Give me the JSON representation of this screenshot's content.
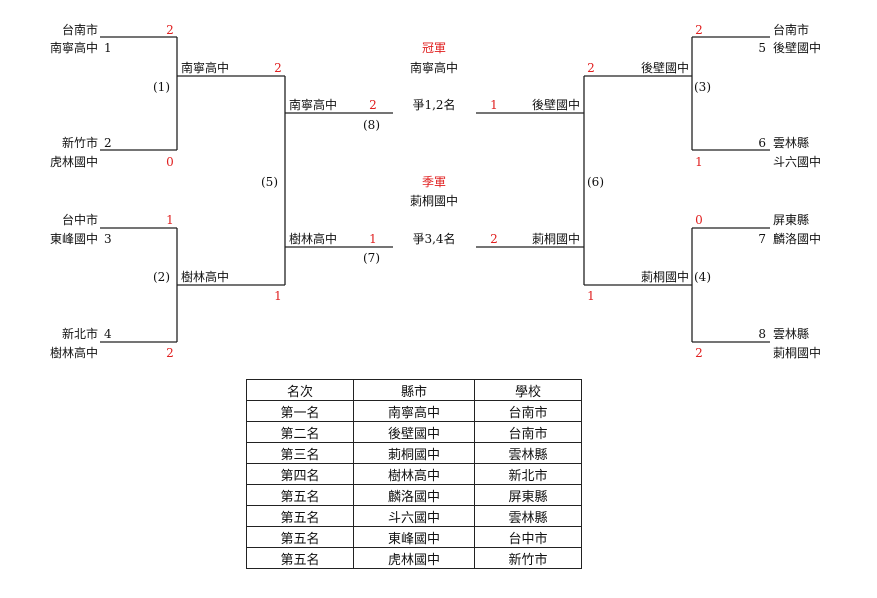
{
  "bracket": {
    "left": {
      "teams": [
        {
          "seed": "1",
          "city": "台南市",
          "school": "南寧高中",
          "score": "2"
        },
        {
          "seed": "2",
          "city": "新竹市",
          "school": "虎林國中",
          "score": "0"
        },
        {
          "seed": "3",
          "city": "台中市",
          "school": "東峰國中",
          "score": "1"
        },
        {
          "seed": "4",
          "city": "新北市",
          "school": "樹林高中",
          "score": "2"
        }
      ],
      "qf": [
        {
          "match": "(1)",
          "winner": "南寧高中",
          "score": "2"
        },
        {
          "match": "(2)",
          "winner": "樹林高中",
          "score": "1"
        }
      ],
      "sf": {
        "match": "(5)"
      }
    },
    "right": {
      "teams": [
        {
          "seed": "5",
          "city": "台南市",
          "school": "後壁國中",
          "score": "2"
        },
        {
          "seed": "6",
          "city": "雲林縣",
          "school": "斗六國中",
          "score": "1"
        },
        {
          "seed": "7",
          "city": "屏東縣",
          "school": "麟洛國中",
          "score": "0"
        },
        {
          "seed": "8",
          "city": "雲林縣",
          "school": "莿桐國中",
          "score": "2"
        }
      ],
      "qf": [
        {
          "match": "(3)",
          "winner": "後壁國中",
          "score": "2"
        },
        {
          "match": "(4)",
          "winner": "莿桐國中",
          "score": "1"
        }
      ],
      "sf": {
        "match": "(6)"
      }
    },
    "final": {
      "label": "爭1,2名",
      "match": "(8)",
      "left_team": "南寧高中",
      "left_score": "2",
      "right_team": "後壁國中",
      "right_score": "1",
      "title": "冠軍",
      "champion": "南寧高中"
    },
    "third": {
      "label": "爭3,4名",
      "match": "(7)",
      "left_team": "樹林高中",
      "left_score": "1",
      "right_team": "莿桐國中",
      "right_score": "2",
      "title": "季軍",
      "bronze": "莿桐國中"
    }
  },
  "results": {
    "headers": [
      "名次",
      "縣市",
      "學校"
    ],
    "rows": [
      [
        "第一名",
        "南寧高中",
        "台南市"
      ],
      [
        "第二名",
        "後壁國中",
        "台南市"
      ],
      [
        "第三名",
        "莿桐國中",
        "雲林縣"
      ],
      [
        "第四名",
        "樹林高中",
        "新北市"
      ],
      [
        "第五名",
        "麟洛國中",
        "屏東縣"
      ],
      [
        "第五名",
        "斗六國中",
        "雲林縣"
      ],
      [
        "第五名",
        "東峰國中",
        "台中市"
      ],
      [
        "第五名",
        "虎林國中",
        "新竹市"
      ]
    ]
  },
  "colors": {
    "score": "#e02020",
    "line": "#222222"
  }
}
